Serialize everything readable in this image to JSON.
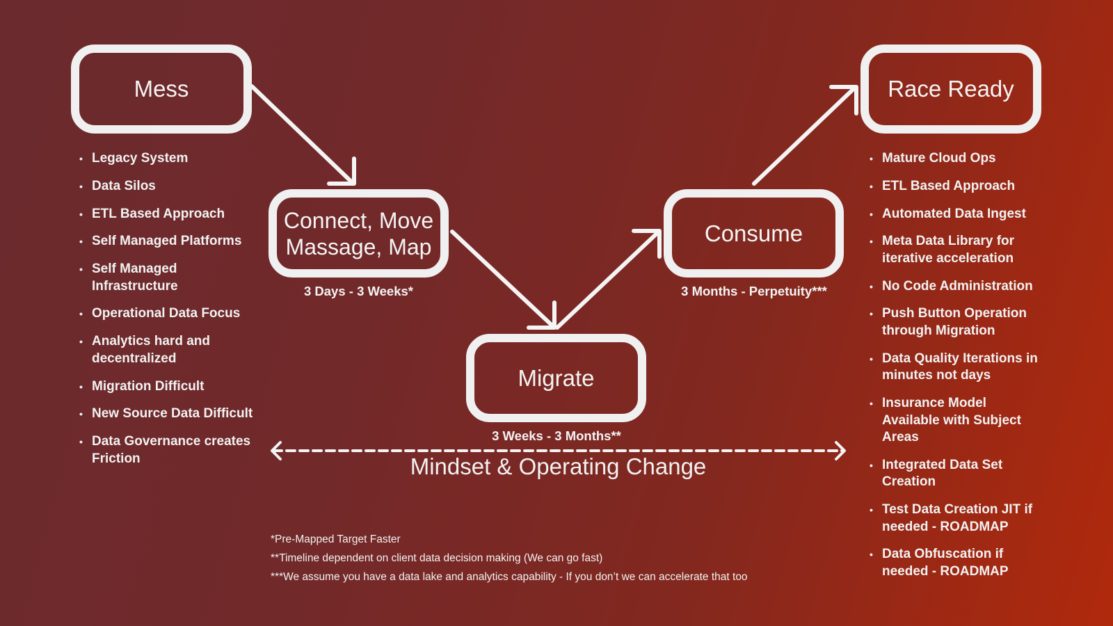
{
  "stages": {
    "mess": "Mess",
    "connect_line1": "Connect, Move",
    "connect_line2": "Massage, Map",
    "migrate": "Migrate",
    "consume": "Consume",
    "race_ready": "Race Ready"
  },
  "durations": {
    "connect": "3 Days - 3 Weeks*",
    "migrate": "3 Weeks - 3 Months**",
    "consume": "3 Months - Perpetuity***"
  },
  "left_list": [
    "Legacy System",
    "Data Silos",
    "ETL Based Approach",
    "Self Managed Platforms",
    "Self Managed Infrastructure",
    "Operational Data Focus",
    "Analytics hard and decentralized",
    "Migration Difficult",
    "New Source Data Difficult",
    "Data Governance creates Friction"
  ],
  "right_list": [
    "Mature Cloud Ops",
    "ETL Based Approach",
    "Automated Data Ingest",
    "Meta Data Library for iterative acceleration",
    "No Code Administration",
    "Push Button Operation through Migration",
    "Data Quality Iterations in minutes not days",
    "Insurance Model Available with Subject Areas",
    "Integrated Data Set Creation",
    "Test Data Creation JIT if needed - ROADMAP",
    "Data Obfuscation if needed - ROADMAP"
  ],
  "mindset": "Mindset & Operating Change",
  "footnotes": [
    "*Pre-Mapped Target Faster",
    "**Timeline dependent on client data decision making (We can go fast)",
    "***We assume you have a data lake and analytics capability - If you don’t we can accelerate that too"
  ],
  "bullet": "•"
}
